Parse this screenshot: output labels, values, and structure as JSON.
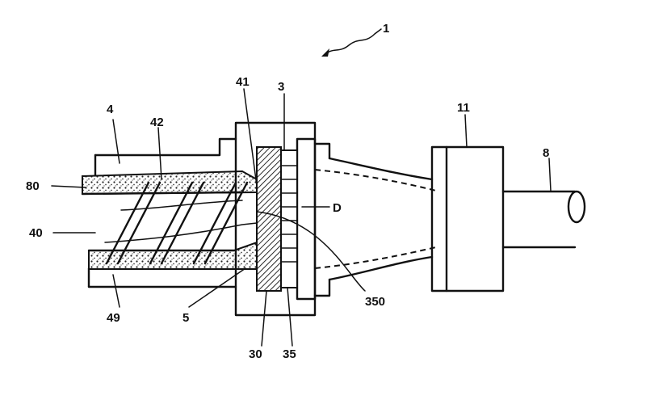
{
  "figure": {
    "labels": {
      "assembly": "1",
      "barrel": "4",
      "screw_flight": "42",
      "bore": "41",
      "die_plate": "3",
      "cutter_head": "11",
      "cable": "8",
      "material_layer": "80",
      "screw_core": "40",
      "housing": "49",
      "gap": "5",
      "flow_zone": "D",
      "filter_outlet": "350",
      "die_ring": "30",
      "screen": "35"
    }
  }
}
